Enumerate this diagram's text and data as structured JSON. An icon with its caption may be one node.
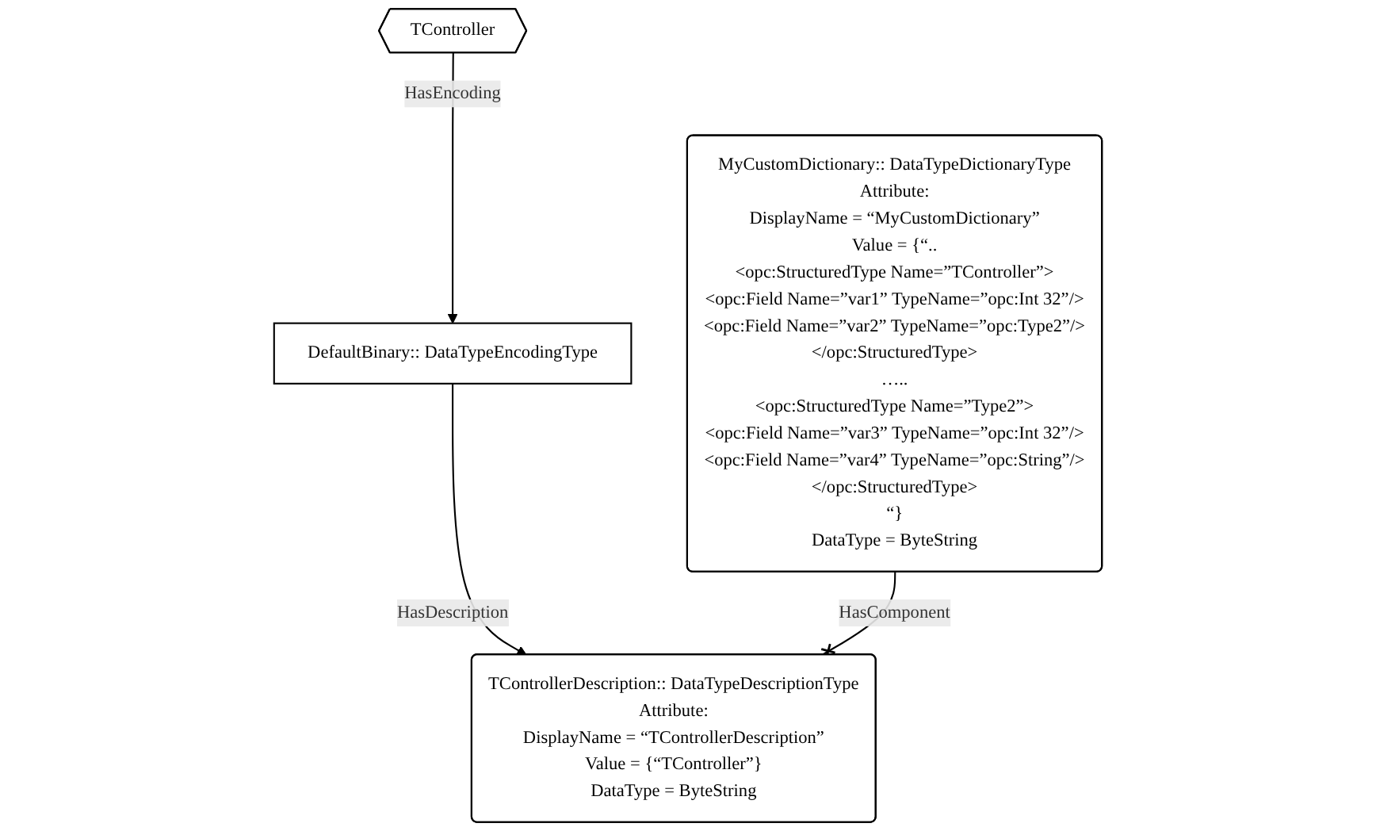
{
  "diagram": {
    "nodes": [
      {
        "text": [
          "TController"
        ]
      },
      {
        "text": [
          "DefaultBinary:: DataTypeEncodingType"
        ]
      },
      {
        "text": [
          "TControllerDescription:: DataTypeDescriptionType",
          "Attribute:",
          "DisplayName = “TControllerDescription”",
          "Value = {“TController”}",
          "DataType = ByteString"
        ]
      },
      {
        "text": [
          "MyCustomDictionary:: DataTypeDictionaryType",
          "Attribute:",
          "DisplayName = “MyCustomDictionary”",
          "Value = {“..",
          "<opc:StructuredType Name=”TController”>",
          "<opc:Field Name=”var1” TypeName=”opc:Int 32”/>",
          "<opc:Field Name=”var2” TypeName=”opc:Type2”/>",
          "</opc:StructuredType>",
          "…..",
          "<opc:StructuredType Name=”Type2”>",
          "<opc:Field Name=”var3” TypeName=”opc:Int 32”/>",
          "<opc:Field Name=”var4” TypeName=”opc:String”/>",
          "</opc:StructuredType>",
          "“}",
          "DataType = ByteString"
        ]
      }
    ],
    "edges": [
      {
        "from": 0,
        "to": 1,
        "arrow": "to",
        "label": "HasEncoding"
      },
      {
        "from": 1,
        "to": 2,
        "arrow": "to",
        "label": "HasDescription"
      },
      {
        "from": 3,
        "to": 2,
        "arrow": "other",
        "label": "HasComponent"
      }
    ]
  }
}
